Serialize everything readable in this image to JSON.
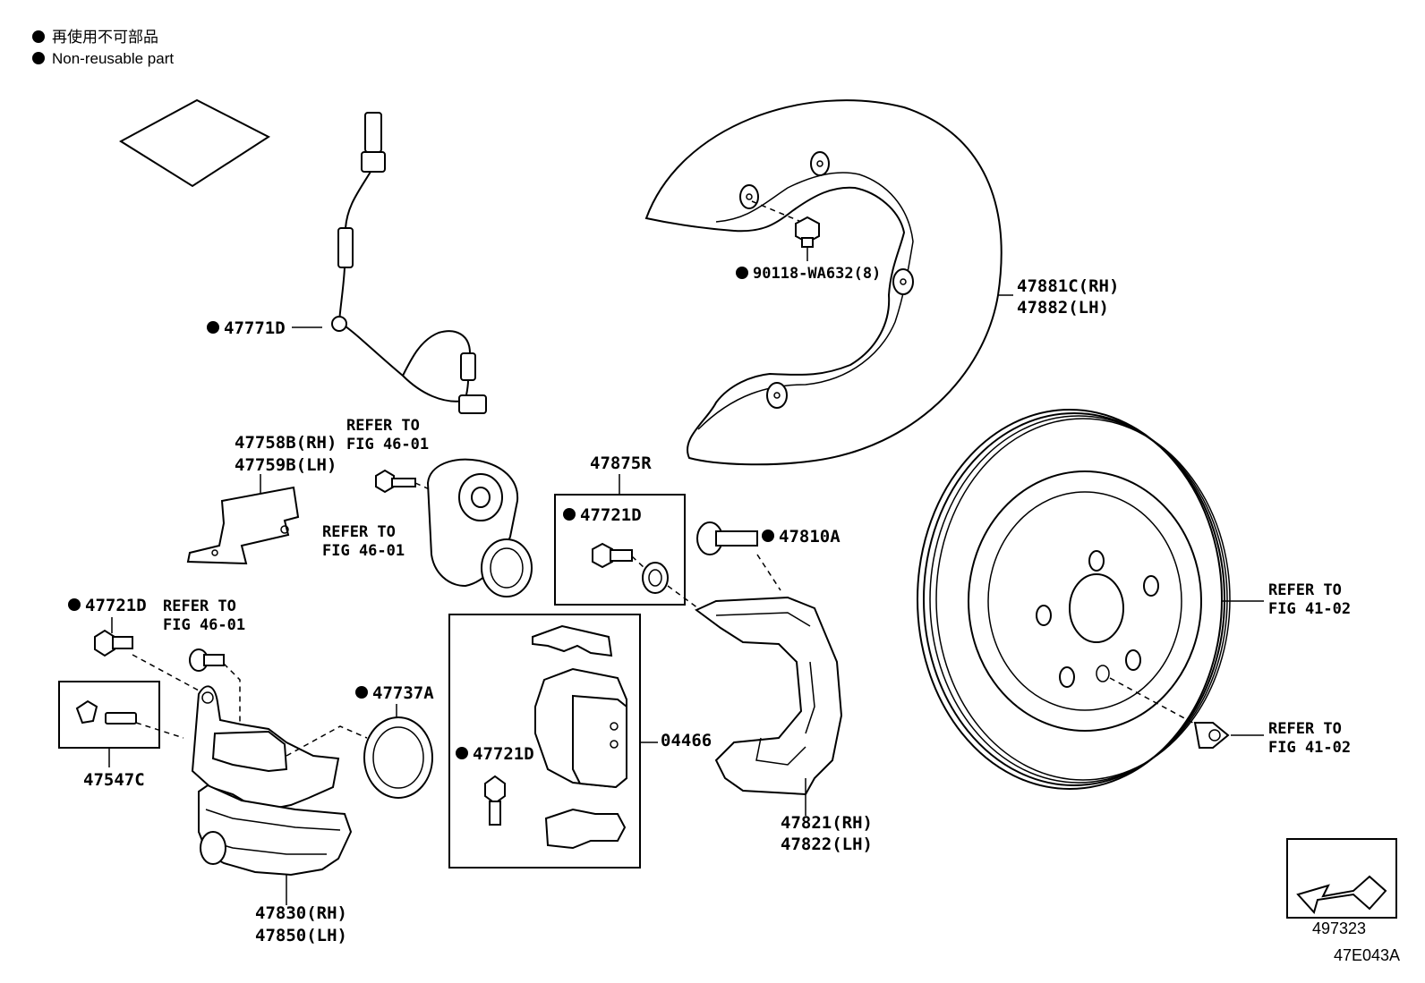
{
  "legend": {
    "line1": "再使用不可部品",
    "line2": "Non-reusable part"
  },
  "parts": {
    "sensor_wire": "47771D",
    "shield_bolt": "90118-WA632(8)",
    "dust_cover_rh": "47881C(RH)",
    "dust_cover_lh": "47882(LH)",
    "plate_rh": "47758B(RH)",
    "plate_lh": "47759B(LH)",
    "bracket_kit": "47875R",
    "bracket_bolt_kit": "47721D",
    "pin_bolt": "47810A",
    "caliper_bolt": "47721D",
    "bleeder": "47547C",
    "seal": "47737A",
    "pad_bolt": "47721D",
    "pad_kit": "04466",
    "mounting_rh": "47821(RH)",
    "mounting_lh": "47822(LH)",
    "caliper_rh": "47830(RH)",
    "caliper_lh": "47850(LH)",
    "arrow_box": "497323",
    "figure_code": "47E043A"
  },
  "refs": {
    "refer_to": "REFER TO",
    "fig_46_01": "FIG 46-01",
    "fig_41_02": "FIG 41-02"
  }
}
